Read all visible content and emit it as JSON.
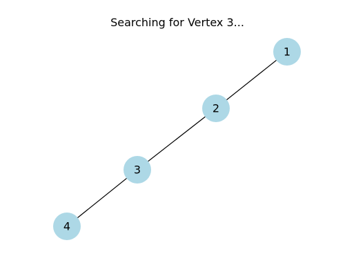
{
  "title": "Searching for Vertex 3...",
  "colors": {
    "node_fill": "#add8e6",
    "edge_stroke": "#000000",
    "label_color": "#000000",
    "background": "#ffffff"
  },
  "graph": {
    "nodes": [
      {
        "id": "1",
        "label": "1"
      },
      {
        "id": "2",
        "label": "2"
      },
      {
        "id": "3",
        "label": "3"
      },
      {
        "id": "4",
        "label": "4"
      }
    ],
    "edges": [
      {
        "source": "1",
        "target": "2"
      },
      {
        "source": "2",
        "target": "3"
      },
      {
        "source": "3",
        "target": "4"
      }
    ]
  }
}
